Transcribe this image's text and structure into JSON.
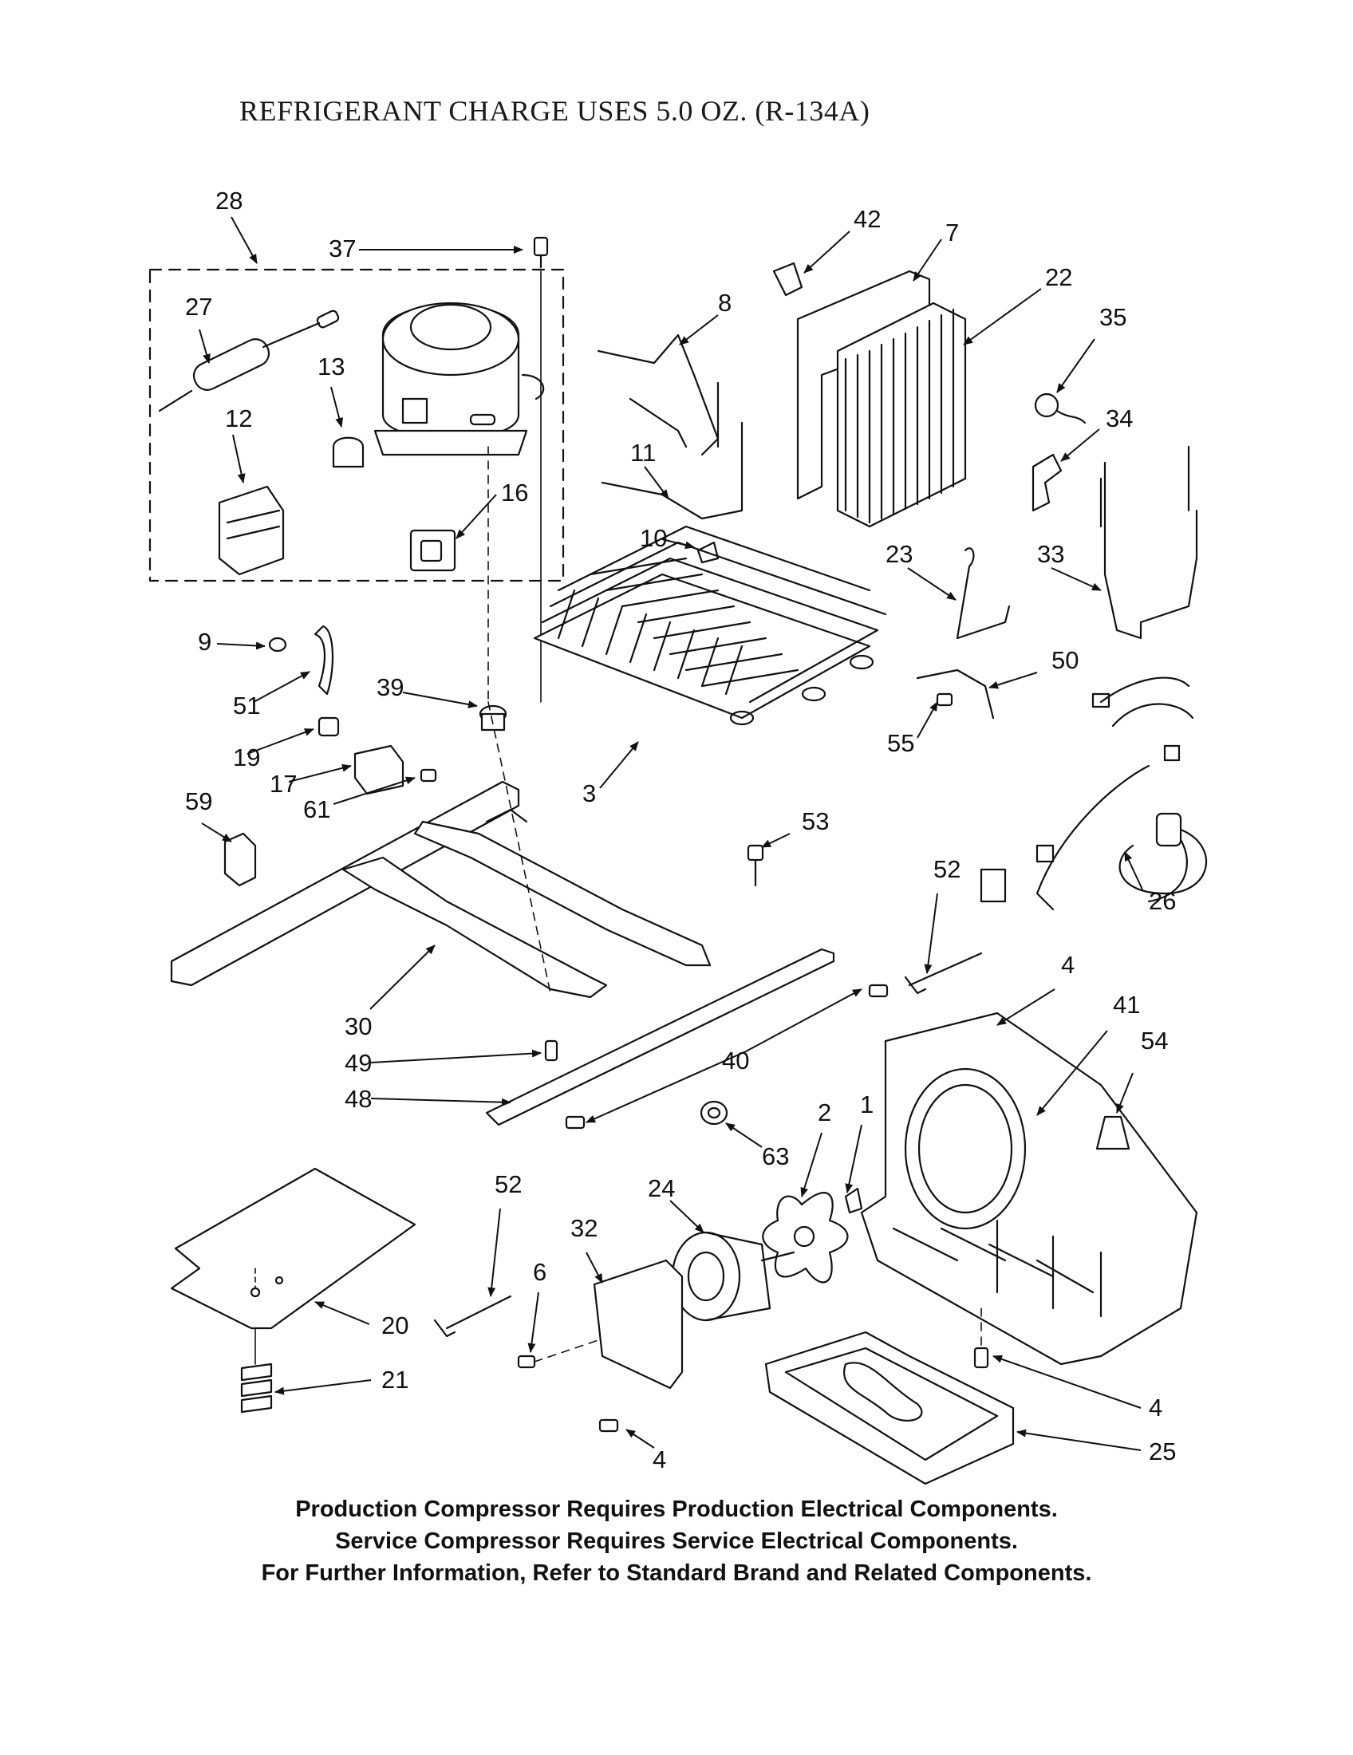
{
  "header_note": "REFRIGERANT CHARGE USES 5.0 OZ. (R-134A)",
  "footer_notes": [
    "Production Compressor Requires Production Electrical Components.",
    "Service Compressor Requires Service Electrical Components.",
    "For Further Information, Refer to Standard Brand and Related Components."
  ],
  "callouts": [
    {
      "id": "c28",
      "label": "28"
    },
    {
      "id": "c37",
      "label": "37"
    },
    {
      "id": "c27",
      "label": "27"
    },
    {
      "id": "c13",
      "label": "13"
    },
    {
      "id": "c12",
      "label": "12"
    },
    {
      "id": "c16",
      "label": "16"
    },
    {
      "id": "c8",
      "label": "8"
    },
    {
      "id": "c11",
      "label": "11"
    },
    {
      "id": "c10",
      "label": "10"
    },
    {
      "id": "c42",
      "label": "42"
    },
    {
      "id": "c7",
      "label": "7"
    },
    {
      "id": "c22",
      "label": "22"
    },
    {
      "id": "c35",
      "label": "35"
    },
    {
      "id": "c34",
      "label": "34"
    },
    {
      "id": "c23",
      "label": "23"
    },
    {
      "id": "c33",
      "label": "33"
    },
    {
      "id": "c9",
      "label": "9"
    },
    {
      "id": "c51",
      "label": "51"
    },
    {
      "id": "c39",
      "label": "39"
    },
    {
      "id": "c19",
      "label": "19"
    },
    {
      "id": "c17",
      "label": "17"
    },
    {
      "id": "c61",
      "label": "61"
    },
    {
      "id": "c59",
      "label": "59"
    },
    {
      "id": "c3",
      "label": "3"
    },
    {
      "id": "c50",
      "label": "50"
    },
    {
      "id": "c55",
      "label": "55"
    },
    {
      "id": "c53",
      "label": "53"
    },
    {
      "id": "c52a",
      "label": "52"
    },
    {
      "id": "c26",
      "label": "26"
    },
    {
      "id": "c30",
      "label": "30"
    },
    {
      "id": "c4a",
      "label": "4"
    },
    {
      "id": "c41",
      "label": "41"
    },
    {
      "id": "c49",
      "label": "49"
    },
    {
      "id": "c40",
      "label": "40"
    },
    {
      "id": "c54",
      "label": "54"
    },
    {
      "id": "c48",
      "label": "48"
    },
    {
      "id": "c1",
      "label": "1"
    },
    {
      "id": "c2",
      "label": "2"
    },
    {
      "id": "c63",
      "label": "63"
    },
    {
      "id": "c52b",
      "label": "52"
    },
    {
      "id": "c24",
      "label": "24"
    },
    {
      "id": "c32",
      "label": "32"
    },
    {
      "id": "c6",
      "label": "6"
    },
    {
      "id": "c20",
      "label": "20"
    },
    {
      "id": "c21",
      "label": "21"
    },
    {
      "id": "c4b",
      "label": "4"
    },
    {
      "id": "c4c",
      "label": "4"
    },
    {
      "id": "c25",
      "label": "25"
    }
  ]
}
